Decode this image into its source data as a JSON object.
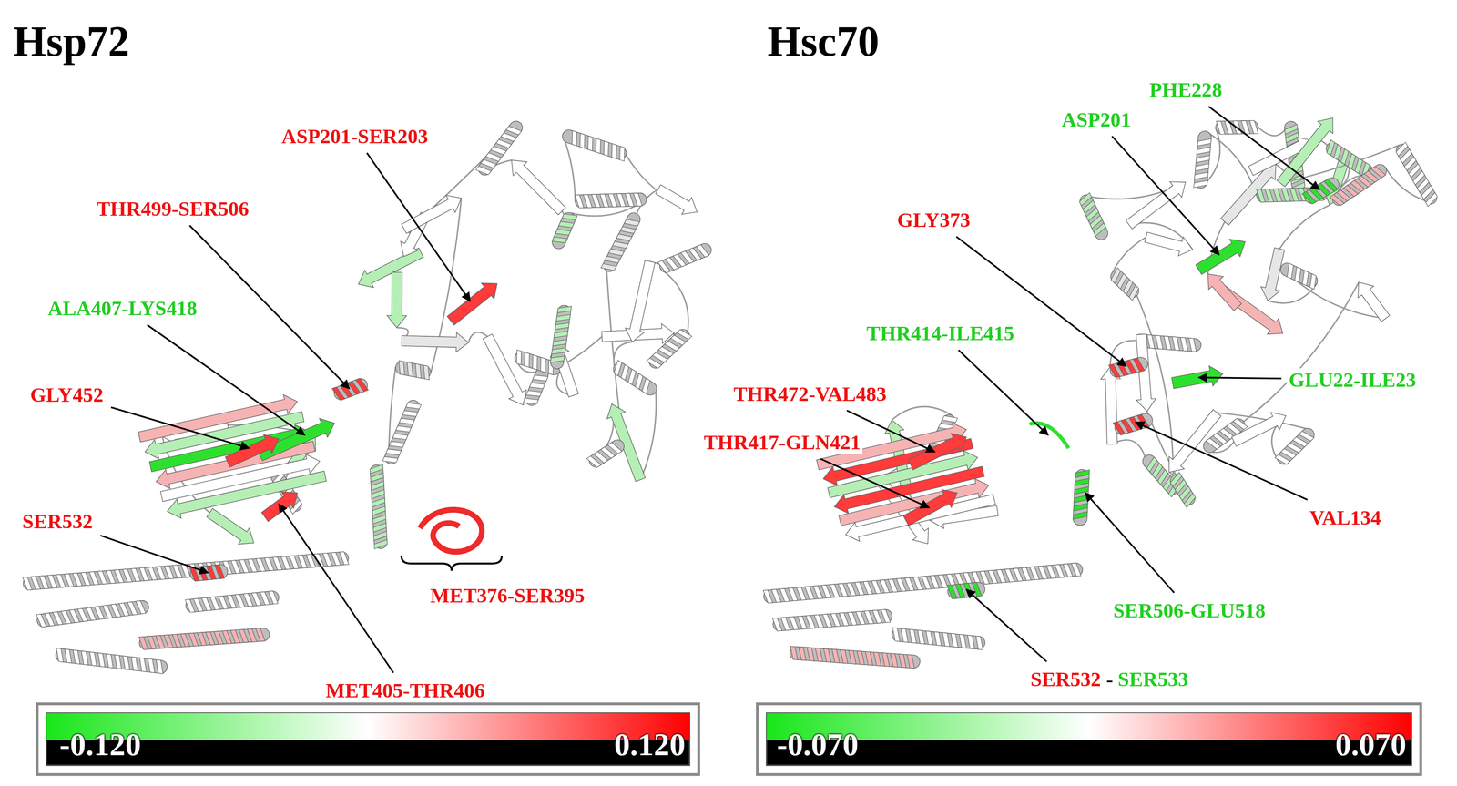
{
  "diagram": {
    "labels": [
      "Hsp72",
      "Hsc70",
      "ASP201-SER203",
      "THR499-SER506",
      "ALA407-LYS418",
      "GLY452",
      "SER532",
      "MET376-SER395",
      "MET405-THR406",
      "PHE228",
      "ASP201",
      "GLY373",
      "THR414-ILE415",
      "GLU22-ILE23",
      "THR472-VAL483",
      "THR417-GLN421",
      "VAL134",
      "SER506-GLU518",
      "SER532",
      "-",
      "SER533",
      "-0.120",
      "0.120",
      "-0.070",
      "0.070"
    ]
  }
}
